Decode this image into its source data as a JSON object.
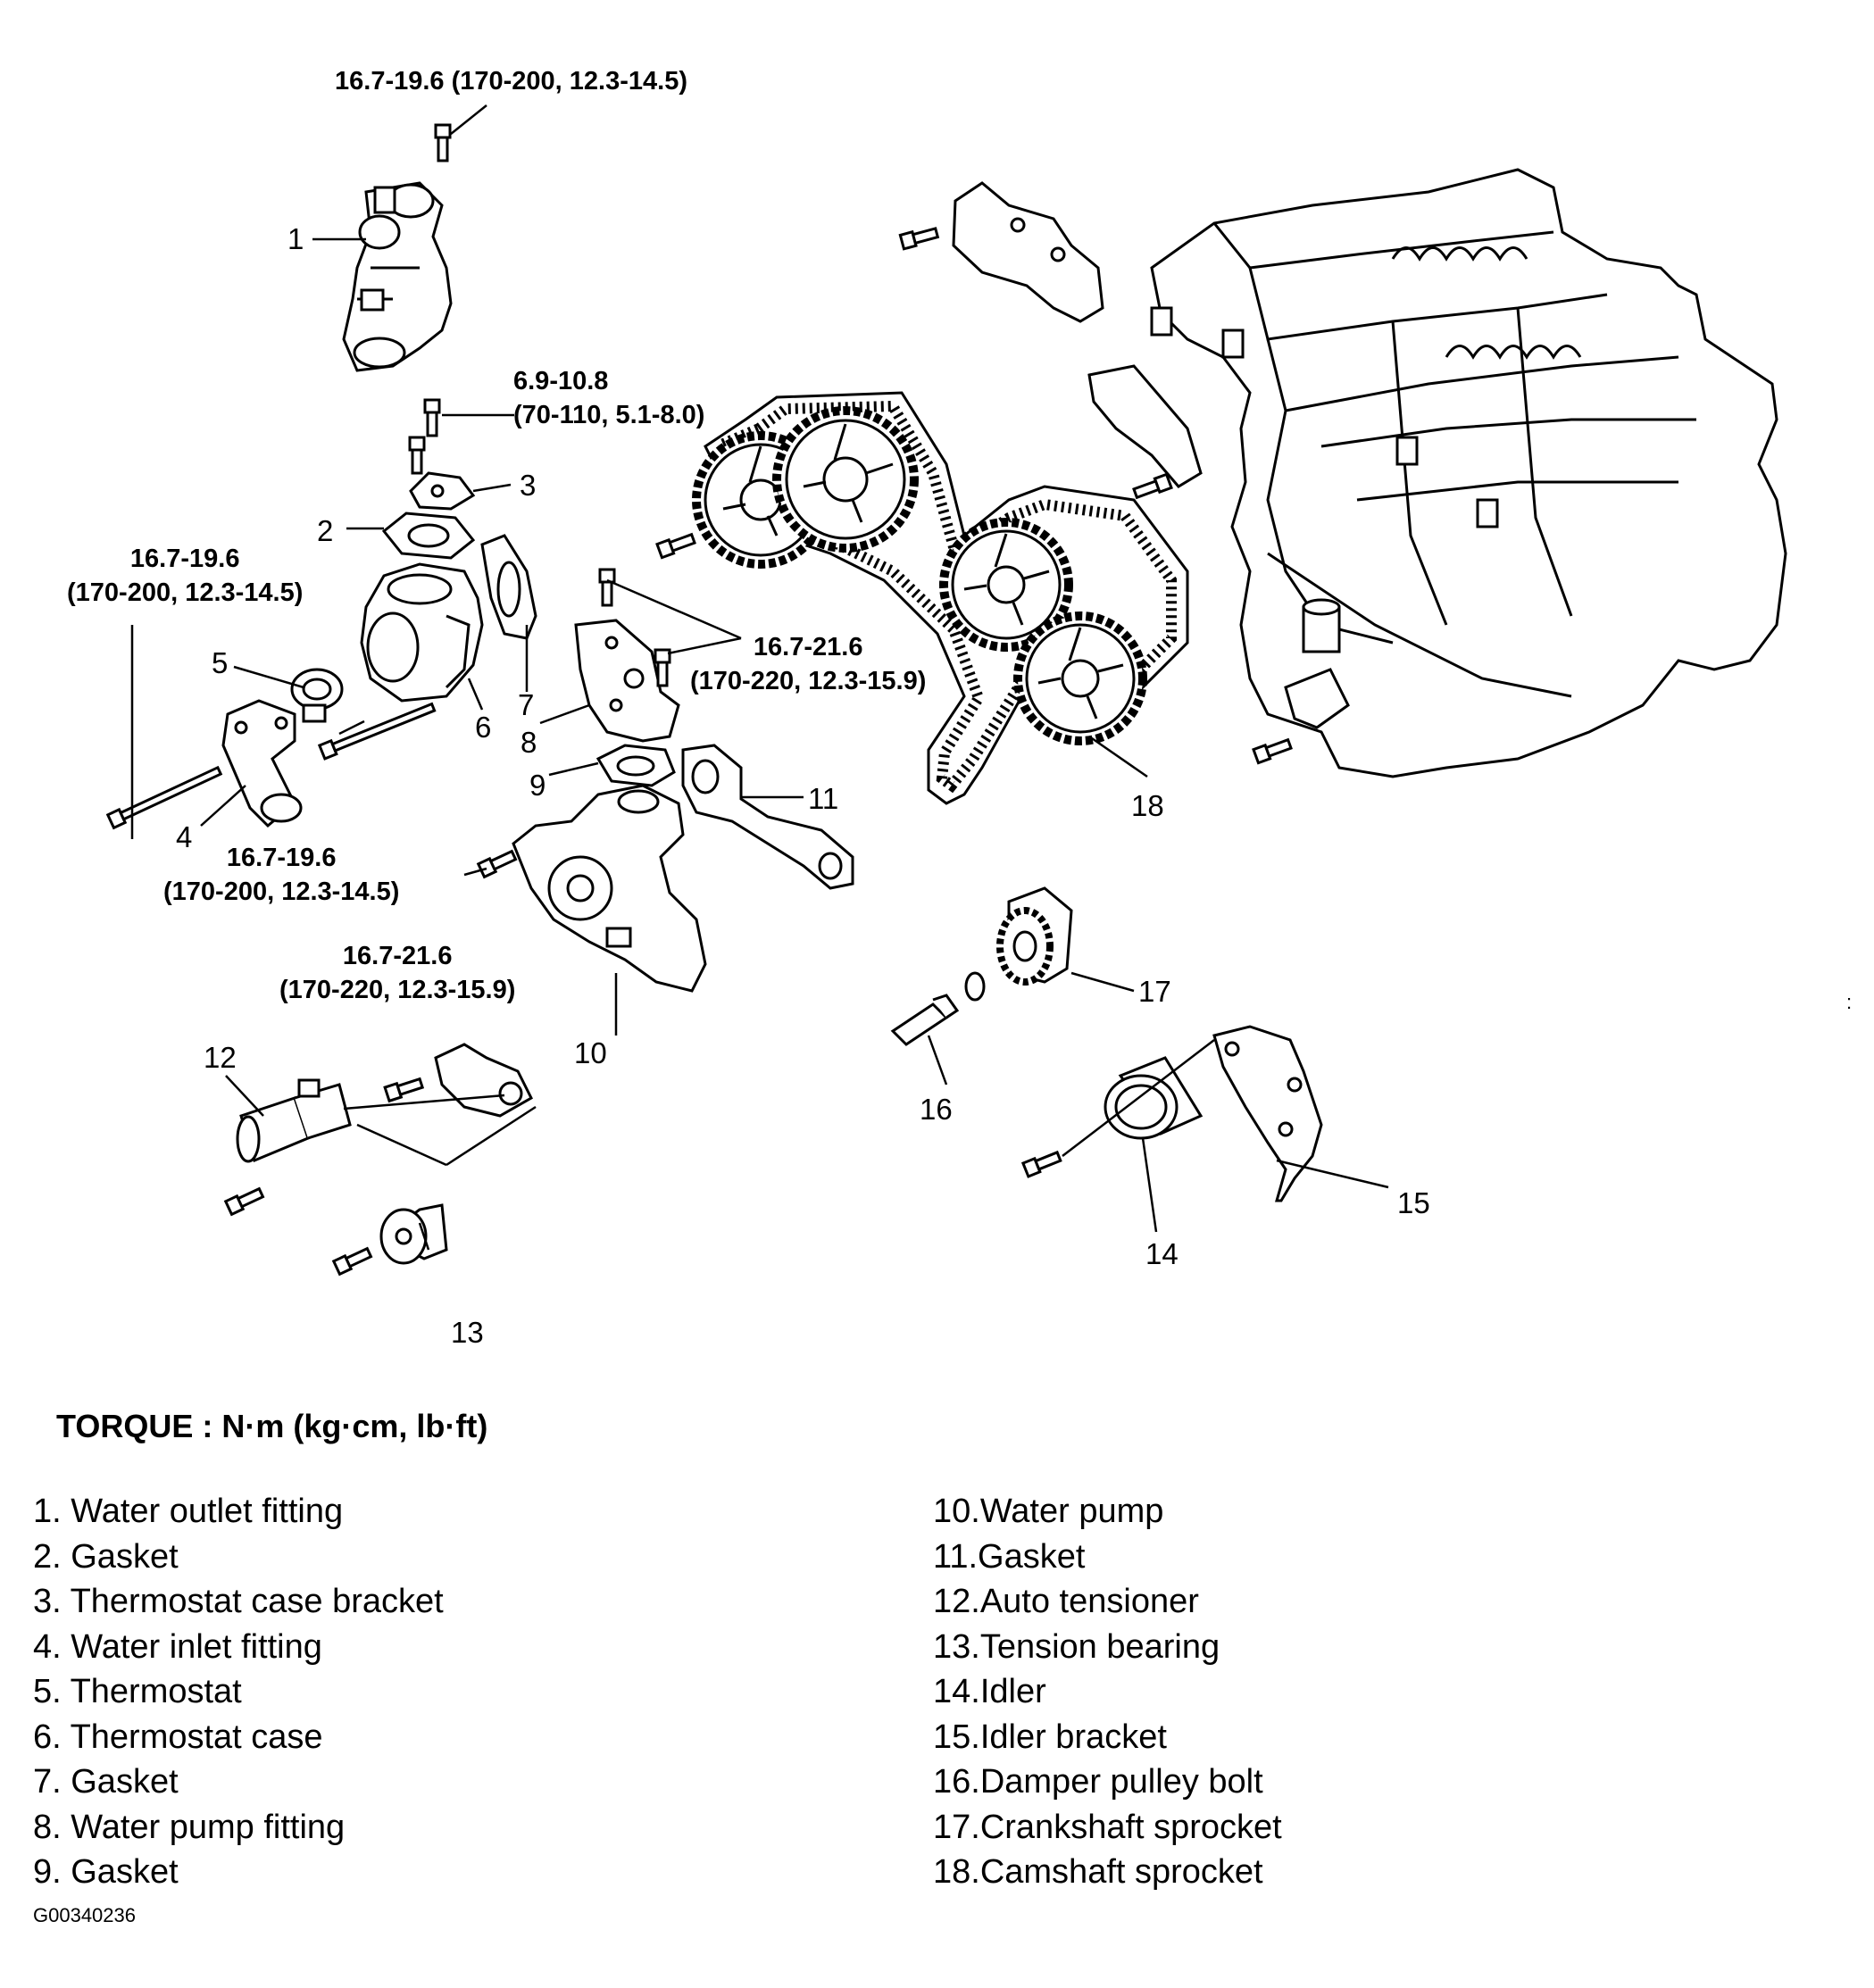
{
  "torque_specs": [
    {
      "line1": "16.7-19.6 (170-200, 12.3-14.5)",
      "line2": ""
    },
    {
      "line1": "6.9-10.8",
      "line2": "(70-110, 5.1-8.0)"
    },
    {
      "line1": "16.7-19.6",
      "line2": "(170-200, 12.3-14.5)"
    },
    {
      "line1": "16.7-21.6",
      "line2": "(170-220, 12.3-15.9)"
    },
    {
      "line1": "16.7-19.6",
      "line2": "(170-200, 12.3-14.5)"
    },
    {
      "line1": "16.7-21.6",
      "line2": "(170-220, 12.3-15.9)"
    }
  ],
  "callouts": [
    "1",
    "2",
    "3",
    "4",
    "5",
    "6",
    "7",
    "8",
    "9",
    "10",
    "11",
    "12",
    "13",
    "14",
    "15",
    "16",
    "17",
    "18"
  ],
  "torque_heading": "TORQUE : N·m (kg·cm, lb·ft)",
  "legend_left": [
    "1. Water outlet fitting",
    "2. Gasket",
    "3. Thermostat case bracket",
    "4. Water inlet fitting",
    "5. Thermostat",
    "6. Thermostat case",
    "7. Gasket",
    "8. Water pump fitting",
    "9. Gasket"
  ],
  "legend_right": [
    "10.Water pump",
    "11.Gasket",
    "12.Auto tensioner",
    "13.Tension bearing",
    "14.Idler",
    "15.Idler bracket",
    "16.Damper pulley bolt",
    "17.Crankshaft sprocket",
    "18.Camshaft sprocket"
  ],
  "figure_id": "G00340236",
  "stray_mark": ":"
}
